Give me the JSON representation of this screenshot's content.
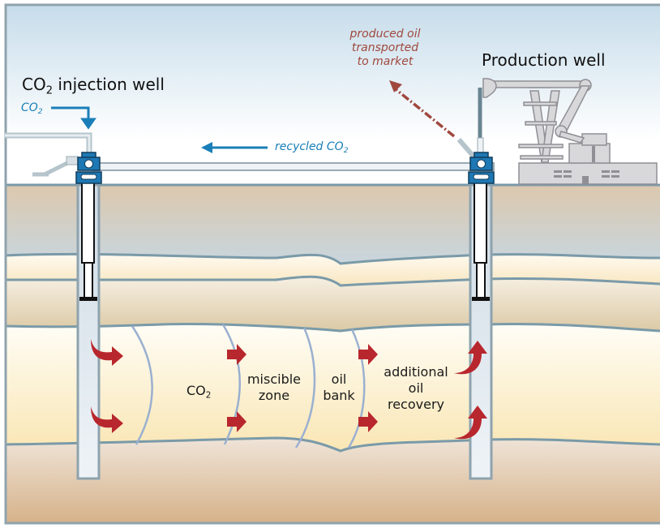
{
  "title": "CO2 enhanced oil recovery diagram",
  "labels": {
    "injection_well": {
      "prefix": "CO",
      "sub": "2",
      "suffix": " injection well"
    },
    "co2_input": {
      "prefix": "CO",
      "sub": "2"
    },
    "recycled": {
      "prefix": "recycled CO",
      "sub": "2"
    },
    "produced_oil": [
      "produced oil",
      "transported",
      "to market"
    ],
    "production_well": "Production well",
    "zone_co2": {
      "prefix": "CO",
      "sub": "2"
    },
    "zone_miscible": [
      "miscible",
      "zone"
    ],
    "zone_oil_bank": [
      "oil",
      "bank"
    ],
    "zone_recovery": [
      "additional",
      "oil",
      "recovery"
    ]
  },
  "colors": {
    "co2_blue": "#1a7fb8",
    "oil_red": "#b8272d",
    "produced_oil_text": "#a0483e",
    "layer_line": "#7a9aa8",
    "front_line": "#9ab0d0",
    "equipment_gray": "#d8d8da",
    "wellhead_blue": "#1e78b4"
  },
  "icons": {
    "co2_flow_arrow": "arrow-down-icon",
    "recycle_arrow": "arrow-left-icon",
    "market_arrow": "arrow-up-left-icon",
    "oil_flow_arrows": "curved-arrow-icon"
  }
}
